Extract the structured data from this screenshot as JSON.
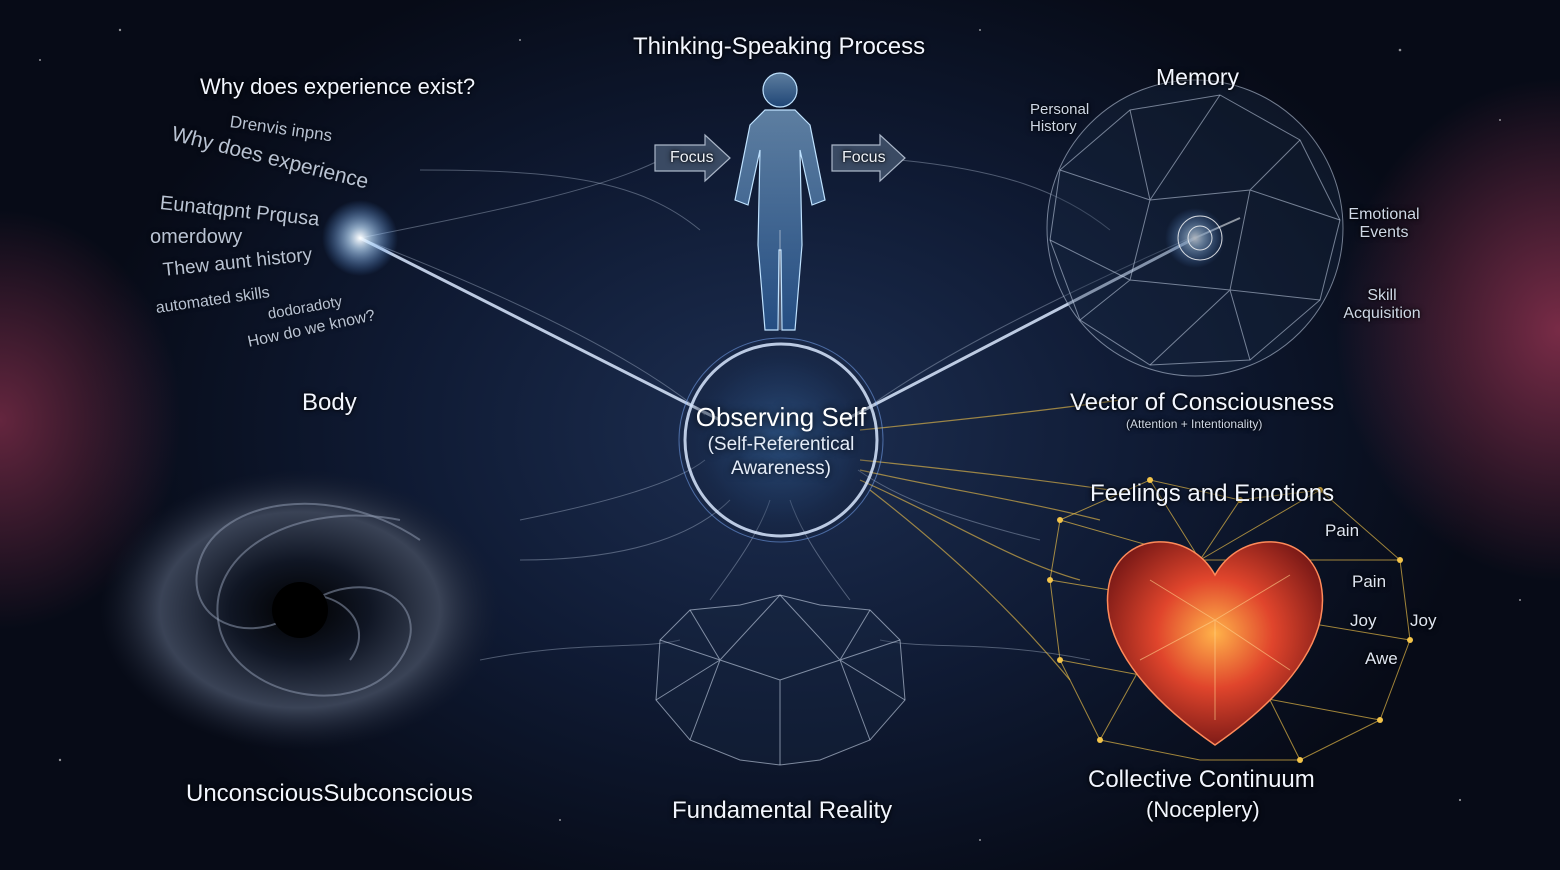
{
  "labels": {
    "thinking": "Thinking-Speaking Process",
    "focus_left": "Focus",
    "focus_right": "Focus",
    "question": "Why does experience exist?",
    "memory": "Memory",
    "personal_history": "Personal History",
    "emotional_events": "Emotional Events",
    "skill_acquisition": "Skill Acquisition",
    "body": "Body",
    "observing_self": "Observing Self",
    "self_referential": "(Self-Referentical Awareness)",
    "vector": "Vector of Consciousness",
    "vector_sub": "(Attention + Intentionality)",
    "feelings": "Feelings and Emotions",
    "pain1": "Pain",
    "pain2": "Pain",
    "joy1": "Joy",
    "joy2": "Joy",
    "awe": "Awe",
    "unconscious": "UnconsciousSubconscious",
    "fundamental": "Fundamental Reality",
    "collective": "Collective Continuum",
    "collective_sub": "(Noceplery)"
  },
  "text_cloud": [
    "Drenvis inpns",
    "Why does experience",
    "Eunatqpnt Prqusa",
    "omerdowy",
    "Thew aunt history",
    "automated skills",
    "dodoradoty",
    "How do we know?"
  ],
  "colors": {
    "beam": "#dbe9ff",
    "gold": "#f3c44a",
    "heart": "#e0452c",
    "mesh": "#c9d6ea"
  }
}
